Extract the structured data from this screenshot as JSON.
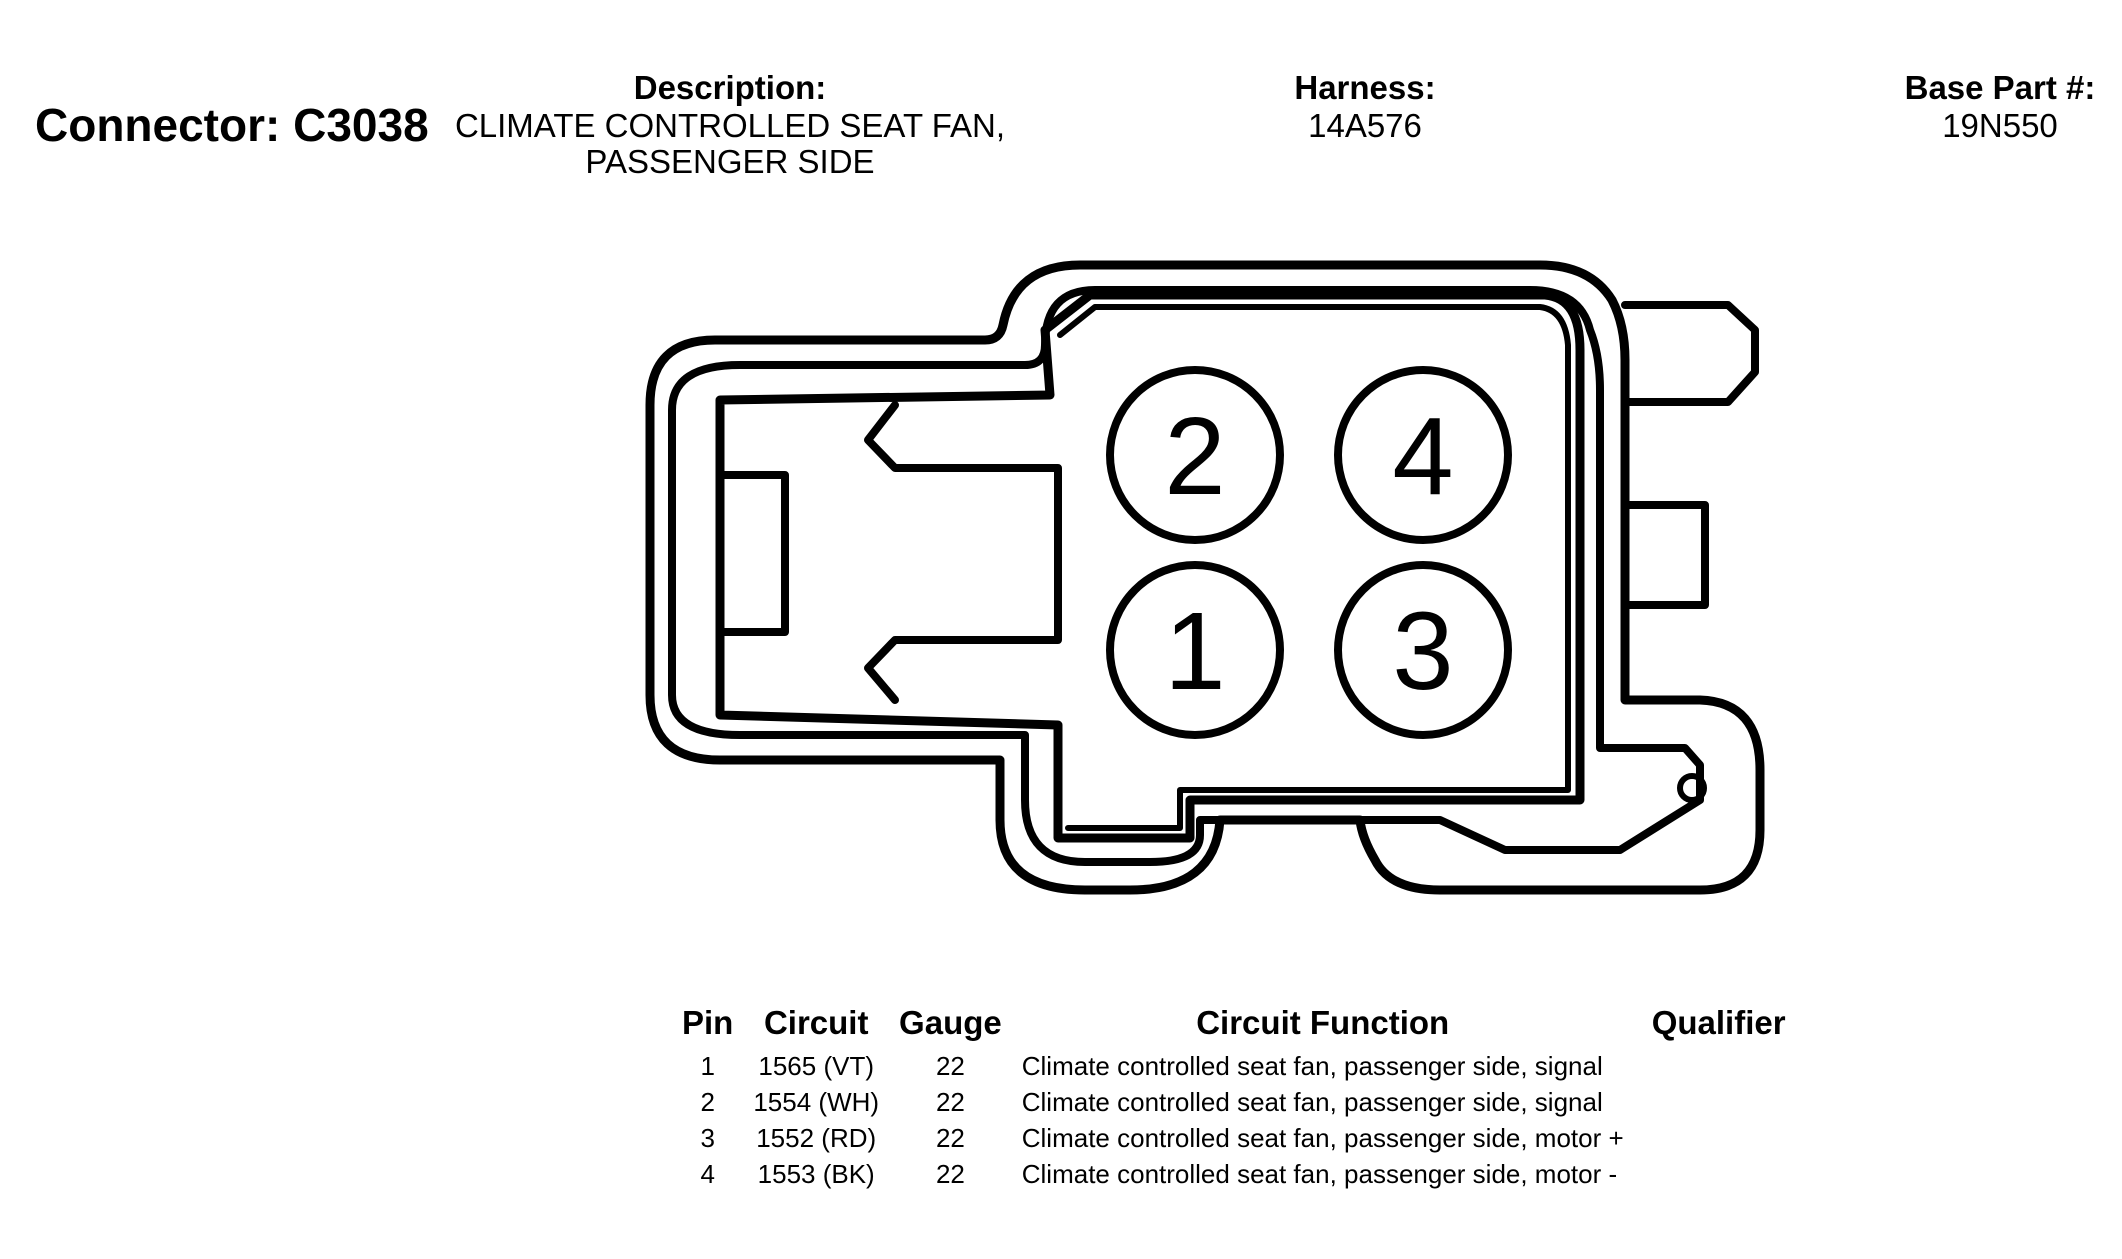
{
  "connector": {
    "title": "Connector: C3038"
  },
  "description": {
    "label": "Description:",
    "line1": "CLIMATE CONTROLLED SEAT FAN,",
    "line2": "PASSENGER SIDE"
  },
  "harness": {
    "label": "Harness:",
    "value": "14A576"
  },
  "base_part": {
    "label": "Base Part #:",
    "value": "19N550"
  },
  "diagram": {
    "pin_labels": [
      "2",
      "4",
      "1",
      "3"
    ]
  },
  "table": {
    "headers": {
      "pin": "Pin",
      "circuit": "Circuit",
      "gauge": "Gauge",
      "function": "Circuit Function",
      "qualifier": "Qualifier"
    },
    "rows": [
      {
        "pin": "1",
        "circuit": "1565 (VT)",
        "gauge": "22",
        "function": "Climate controlled seat fan, passenger side, signal",
        "qualifier": ""
      },
      {
        "pin": "2",
        "circuit": "1554 (WH)",
        "gauge": "22",
        "function": "Climate controlled seat fan, passenger side, signal",
        "qualifier": ""
      },
      {
        "pin": "3",
        "circuit": "1552 (RD)",
        "gauge": "22",
        "function": "Climate controlled seat fan, passenger side, motor +",
        "qualifier": ""
      },
      {
        "pin": "4",
        "circuit": "1553 (BK)",
        "gauge": "22",
        "function": "Climate controlled seat fan, passenger side, motor -",
        "qualifier": ""
      }
    ]
  }
}
